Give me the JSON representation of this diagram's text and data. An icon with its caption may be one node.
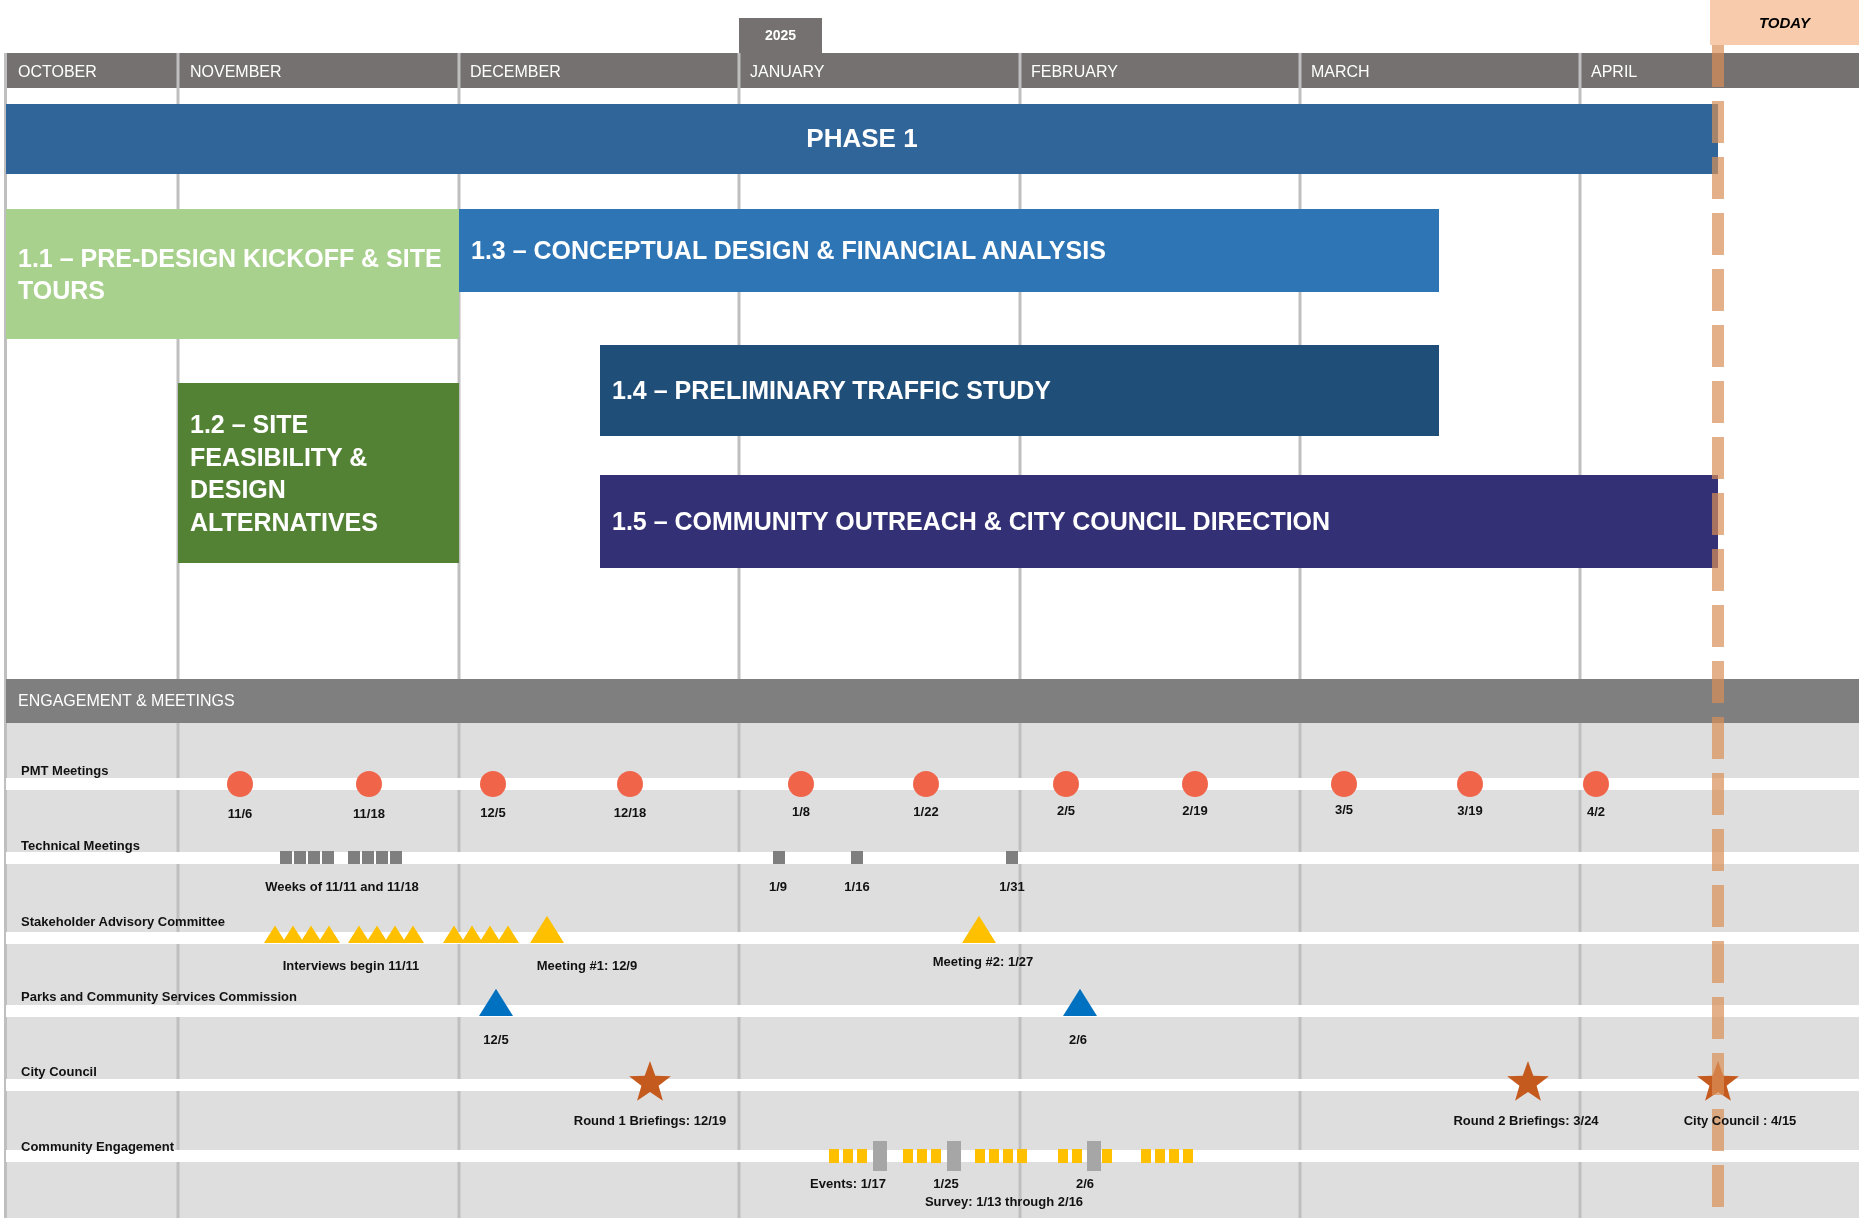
{
  "diagram": {
    "nodes": [
      {
        "text": [
          "2025"
        ]
      },
      {
        "text": [
          "TODAY"
        ]
      },
      {
        "text": [
          "PHASE 1"
        ]
      },
      {
        "text": [
          "1.1 – PRE-DESIGN KICKOFF & SITE TOURS"
        ]
      },
      {
        "text": [
          "1.3 – CONCEPTUAL DESIGN & FINANCIAL ANALYSIS"
        ]
      },
      {
        "text": [
          "1.2 – SITE FEASIBILITY & DESIGN ALTERNATIVES"
        ]
      },
      {
        "text": [
          "1.4 – PRELIMINARY TRAFFIC STUDY"
        ]
      },
      {
        "text": [
          "1.5 – COMMUNITY OUTREACH & CITY COUNCIL DIRECTION"
        ]
      },
      {
        "text": [
          "ENGAGEMENT & MEETINGS"
        ]
      }
    ],
    "labels": [
      "OCTOBER",
      "NOVEMBER",
      "DECEMBER",
      "JANUARY",
      "FEBRUARY",
      "MARCH",
      "APRIL",
      "PMT Meetings",
      "11/6",
      "11/18",
      "12/5",
      "12/18",
      "1/8",
      "1/22",
      "2/5",
      "2/19",
      "3/5",
      "3/19",
      "4/2",
      "Technical Meetings",
      "Weeks of 11/11 and 11/18",
      "1/9",
      "1/16",
      "1/31",
      "Stakeholder Advisory Committee",
      "Interviews begin 11/11",
      "Meeting #1: 12/9",
      "Meeting #2: 1/27",
      "Parks and Community Services Commission",
      "12/5",
      "2/6",
      "City Council",
      "Round 1 Briefings: 12/19",
      "Round 2 Briefings: 3/24",
      "City Council : 4/15",
      "Community Engagement",
      "Events: 1/17",
      "1/25",
      "2/6",
      "Survey: 1/13 through 2/16"
    ]
  }
}
